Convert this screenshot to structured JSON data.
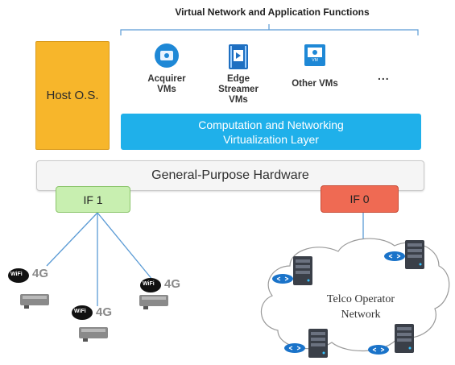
{
  "title": "Virtual Network and Application Functions",
  "host_os": "Host O.S.",
  "virtualization_layer": {
    "line1": "Computation and Networking",
    "line2": "Virtualization Layer"
  },
  "hardware": "General-Purpose Hardware",
  "interfaces": {
    "if1": "IF 1",
    "if0": "IF 0"
  },
  "vms": {
    "acquirer": {
      "line1": "Acquirer",
      "line2": "VMs"
    },
    "edge": {
      "line1": "Edge",
      "line2": "Streamer",
      "line3": "VMs"
    },
    "other": "Other VMs",
    "more": "..."
  },
  "vm_icon_text": "VM",
  "wifi_label": "WiFi",
  "cell_label": "4G",
  "cloud": {
    "line1": "Telco Operator",
    "line2": "Network"
  },
  "colors": {
    "host": "#f7b62b",
    "virtualization": "#1fb0ea",
    "if1": "#c8efb0",
    "if0": "#ef6a53",
    "links": "#5b9bd5"
  }
}
